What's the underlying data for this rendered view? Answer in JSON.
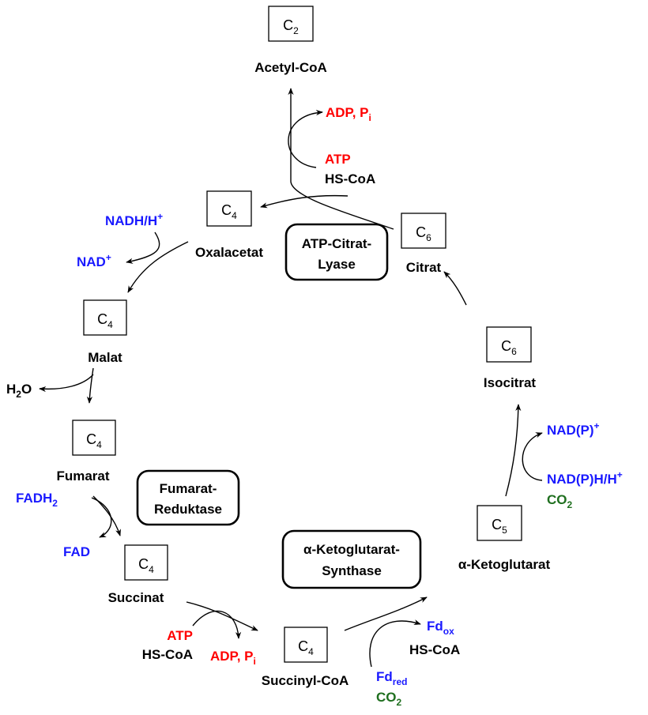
{
  "carbon_boxes": {
    "acetyl": {
      "base": "C",
      "sub": "2"
    },
    "oxalacetat": {
      "base": "C",
      "sub": "4"
    },
    "citrat": {
      "base": "C",
      "sub": "6"
    },
    "malat": {
      "base": "C",
      "sub": "4"
    },
    "isocitrat": {
      "base": "C",
      "sub": "6"
    },
    "fumarat": {
      "base": "C",
      "sub": "4"
    },
    "akg": {
      "base": "C",
      "sub": "5"
    },
    "succinat": {
      "base": "C",
      "sub": "4"
    },
    "succinylcoa": {
      "base": "C",
      "sub": "4"
    }
  },
  "compounds": {
    "acetyl_coa": "Acetyl-CoA",
    "oxalacetat": "Oxalacetat",
    "citrat": "Citrat",
    "malat": "Malat",
    "isocitrat": "Isocitrat",
    "fumarat": "Fumarat",
    "akg": "α-Ketoglutarat",
    "succinat": "Succinat",
    "succinyl_coa": "Succinyl-CoA"
  },
  "enzymes": {
    "acl_line1": "ATP-Citrat-",
    "acl_line2": "Lyase",
    "fr_line1": "Fumarat-",
    "fr_line2": "Reduktase",
    "akgs_line1": "α-Ketoglutarat-",
    "akgs_line2": "Synthase"
  },
  "cofactors": {
    "acl_adp": {
      "base": "ADP, P",
      "sub": "i"
    },
    "acl_atp": "ATP",
    "acl_hscoa": "HS-CoA",
    "mdh_nadh": {
      "base": "NADH/H",
      "sup": "+"
    },
    "mdh_nad": {
      "base": "NAD",
      "sup": "+"
    },
    "fum_h2o": {
      "base": "H",
      "sub": "2",
      "tail": "O"
    },
    "fr_fadh2": {
      "base": "FADH",
      "sub": "2"
    },
    "fr_fad": "FAD",
    "scs_atp": "ATP",
    "scs_hscoa": "HS-CoA",
    "scs_adp": {
      "base": "ADP, P",
      "sub": "i"
    },
    "akgs_fdox": {
      "base": "Fd",
      "sub": "ox"
    },
    "akgs_hscoa": "HS-CoA",
    "akgs_fdred": {
      "base": "Fd",
      "sub": "red"
    },
    "akgs_co2": {
      "base": "CO",
      "sub": "2"
    },
    "idh_nadp": {
      "base": "NAD(P)",
      "sup": "+"
    },
    "idh_nadph": {
      "base": "NAD(P)H/H",
      "sup": "+"
    },
    "idh_co2": {
      "base": "CO",
      "sub": "2"
    }
  },
  "colors": {
    "atp": "#ff0000",
    "redox": "#1a1aff",
    "co2": "#1f6f1f",
    "text": "#000000"
  }
}
